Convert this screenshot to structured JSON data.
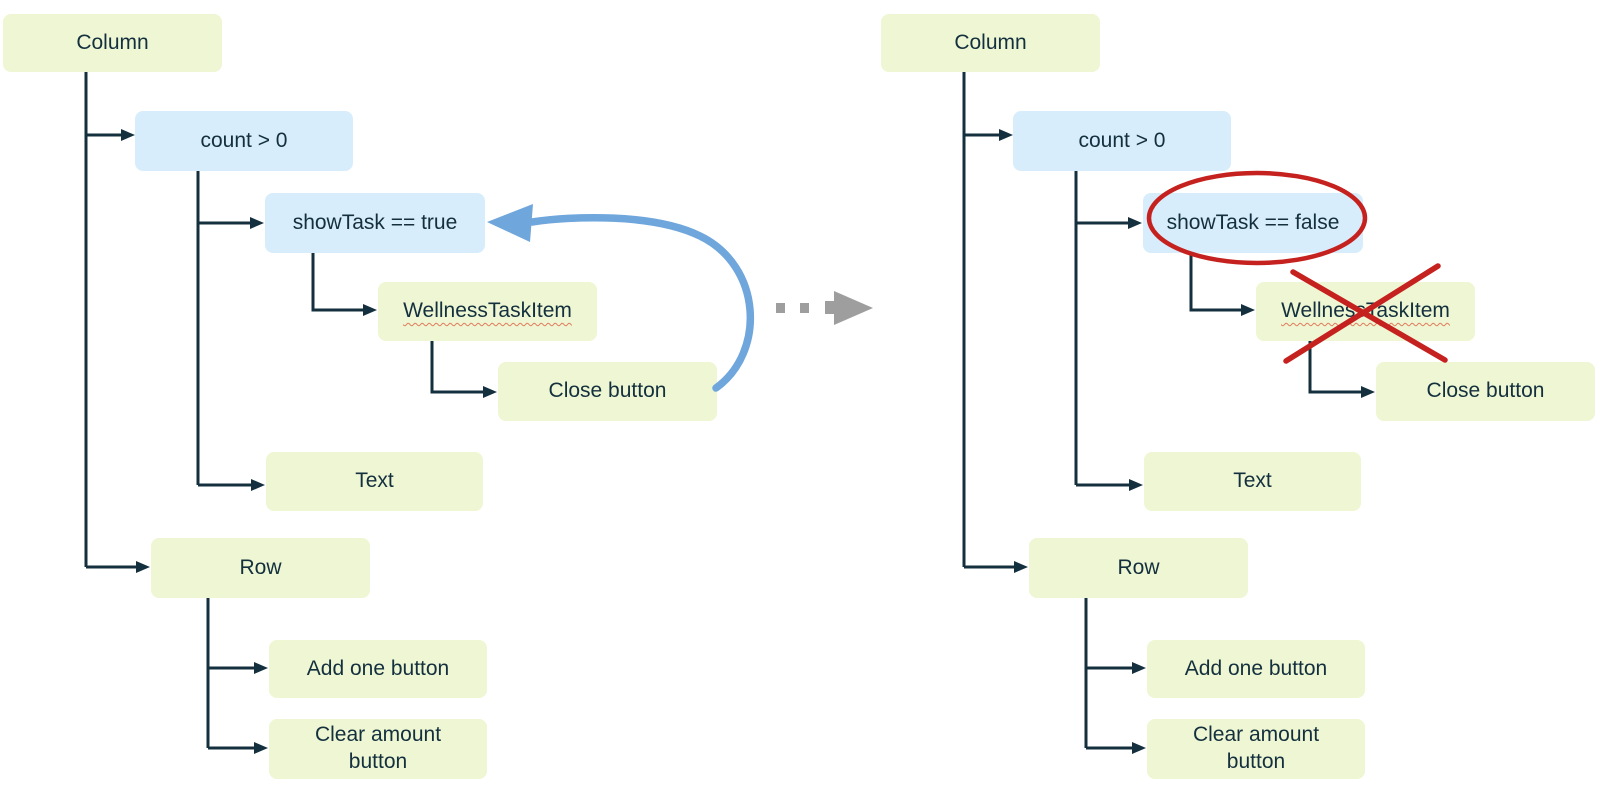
{
  "left_tree": {
    "column_label": "Column",
    "count_condition_label": "count > 0",
    "show_task_condition_label": "showTask == true",
    "wellness_task_item_label": "WellnessTaskItem",
    "close_button_label": "Close button",
    "text_label": "Text",
    "row_label": "Row",
    "add_one_button_label": "Add one button",
    "clear_amount_button_label": "Clear amount button"
  },
  "right_tree": {
    "column_label": "Column",
    "count_condition_label": "count > 0",
    "show_task_condition_label": "showTask == false",
    "wellness_task_item_label": "WellnessTaskItem",
    "close_button_label": "Close button",
    "text_label": "Text",
    "row_label": "Row",
    "add_one_button_label": "Add one button",
    "clear_amount_button_label": "Clear amount button"
  },
  "icons": {
    "loop_arrow": "blue-curved-recomposition-arrow",
    "transition_arrow": "gray-dashed-right-arrow",
    "highlight_ellipse": "red-ellipse-highlight",
    "removed_cross": "red-x-cross-out"
  },
  "colors": {
    "node_green": "#eef6d3",
    "node_blue": "#d7edfb",
    "connector_and_text": "#14303e",
    "loop_arrow_blue": "#6fa6dc",
    "transition_gray": "#9e9e9e",
    "annotation_red": "#c5221f",
    "squiggle_underline": "#e07b5a"
  }
}
